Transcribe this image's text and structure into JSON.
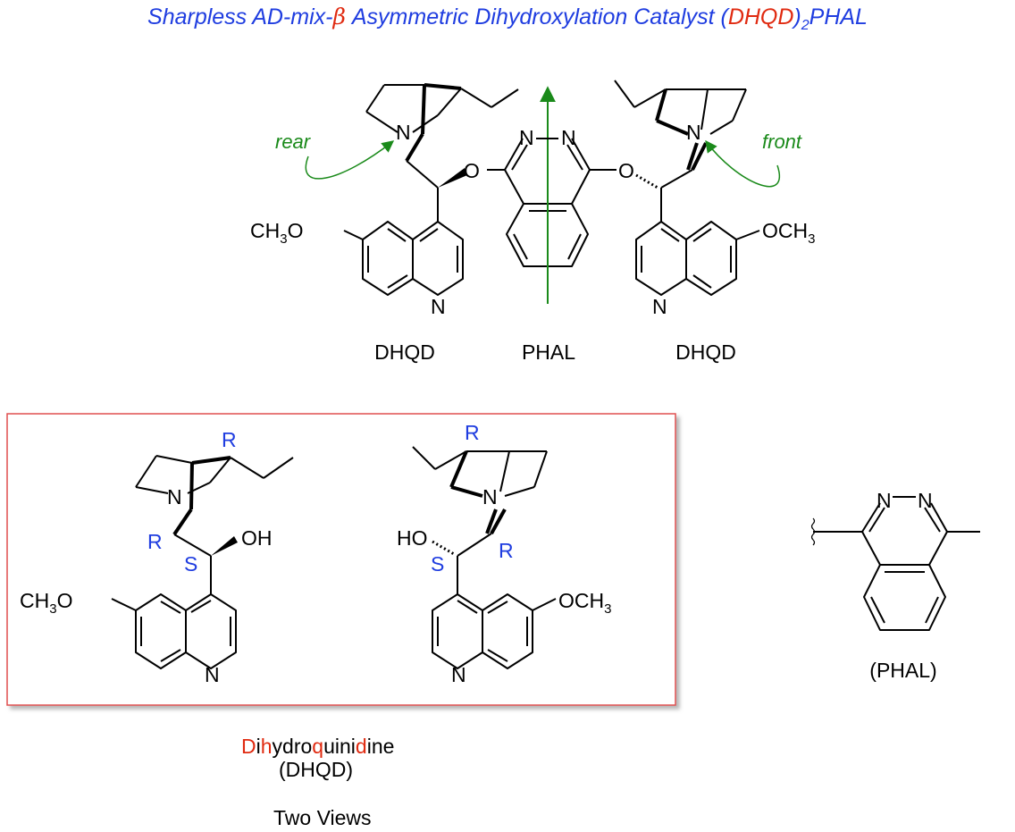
{
  "title": {
    "prefix": "Sharpless AD-mix-",
    "beta": "β",
    "middle": " Asymmetric Dihydroxylation Catalyst (",
    "dhqd": "DHQD",
    "paren_close": ")",
    "subscript": "2",
    "suffix": "PHAL"
  },
  "top": {
    "labels": {
      "left": "DHQD",
      "center": "PHAL",
      "right": "DHQD"
    },
    "arrows": {
      "rear": "rear",
      "front": "front"
    },
    "atoms": {
      "N": "N",
      "O": "O",
      "CH3O": "CH",
      "sub3": "3",
      "O_suffix": "O",
      "OCH3_prefix": "OCH",
      "N_N": "N"
    }
  },
  "views": {
    "left": {
      "R_top": "R",
      "R_side": "R",
      "S": "S",
      "OH": "OH"
    },
    "right": {
      "R_top": "R",
      "R_side": "R",
      "S": "S",
      "HO": "HO"
    }
  },
  "phal_fragment": {
    "label": "(PHAL)"
  },
  "caption": {
    "name_parts": [
      {
        "text": "D",
        "red": true
      },
      {
        "text": "i",
        "red": false
      },
      {
        "text": "h",
        "red": true
      },
      {
        "text": "ydro",
        "red": false
      },
      {
        "text": "q",
        "red": true
      },
      {
        "text": "uini",
        "red": false
      },
      {
        "text": "d",
        "red": true
      },
      {
        "text": "ine",
        "red": false
      }
    ],
    "abbrev": "(DHQD)",
    "two_views": "Two Views"
  },
  "colors": {
    "title_blue": "#1f3de0",
    "red": "#e02a10",
    "green": "#1a8a1a",
    "stereo_blue": "#1f3de0",
    "box_red": "#e05050"
  }
}
